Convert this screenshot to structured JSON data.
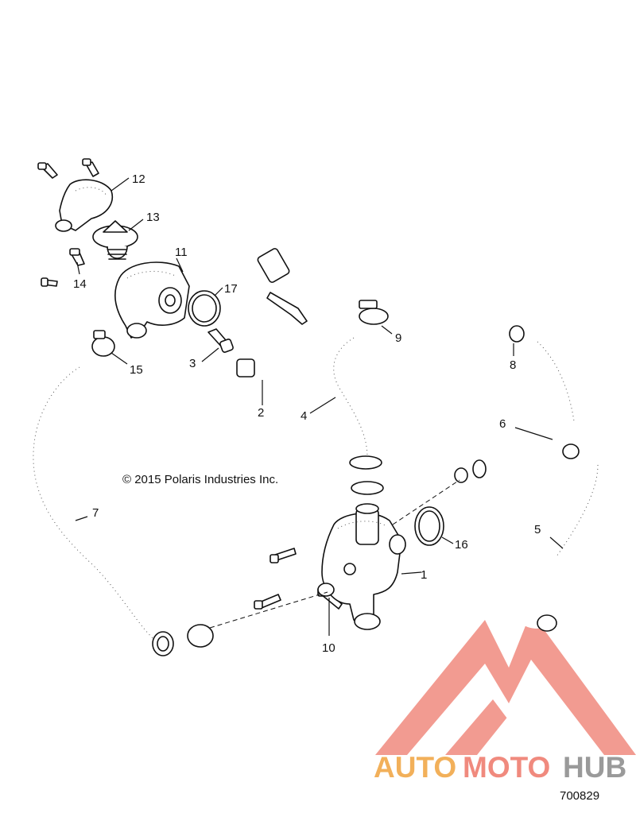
{
  "diagram": {
    "copyright": "© 2015 Polaris Industries Inc.",
    "figure_number": "700829",
    "callouts": [
      "1",
      "2",
      "3",
      "4",
      "5",
      "6",
      "7",
      "8",
      "9",
      "10",
      "11",
      "12",
      "13",
      "14",
      "15",
      "16",
      "17"
    ]
  },
  "watermark": {
    "brand_part1": "AUTO",
    "brand_part2": "MOTO",
    "brand_part3": "HUB",
    "colors": {
      "logo": "#f08a7e",
      "auto": "#f2b05a",
      "moto": "#f08a7e",
      "hub": "#9a9a9a"
    }
  },
  "icons": {
    "water-pump": "water-pump-housing",
    "thermostat": "thermostat-icon",
    "temp-sensor": "temperature-sensor-icon",
    "hose-clamp": "hose-clamp-icon",
    "bolt": "bolt-icon",
    "o-ring": "o-ring-icon"
  }
}
